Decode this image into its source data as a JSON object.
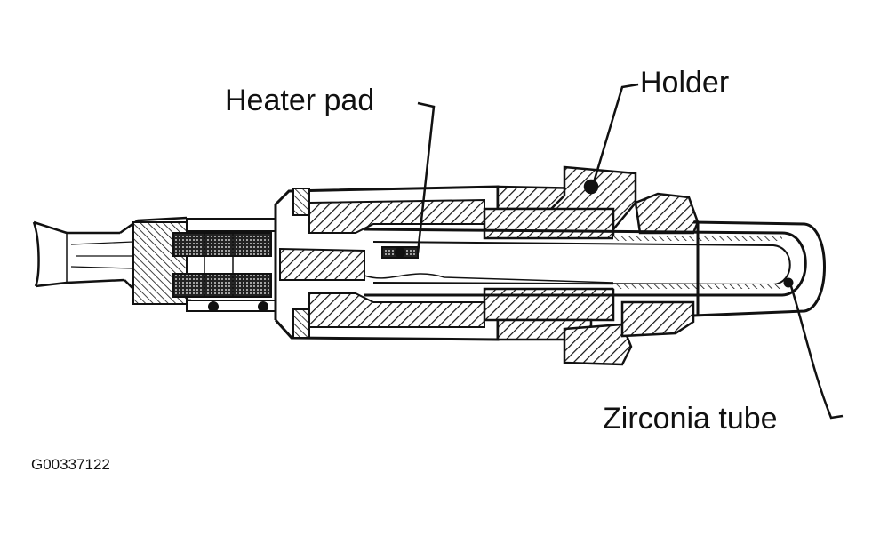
{
  "labels": {
    "heater_pad": "Heater pad",
    "holder": "Holder",
    "zirconia_tube": "Zirconia tube"
  },
  "figure_id": "G00337122",
  "colors": {
    "ink": "#111111",
    "background": "#ffffff"
  }
}
